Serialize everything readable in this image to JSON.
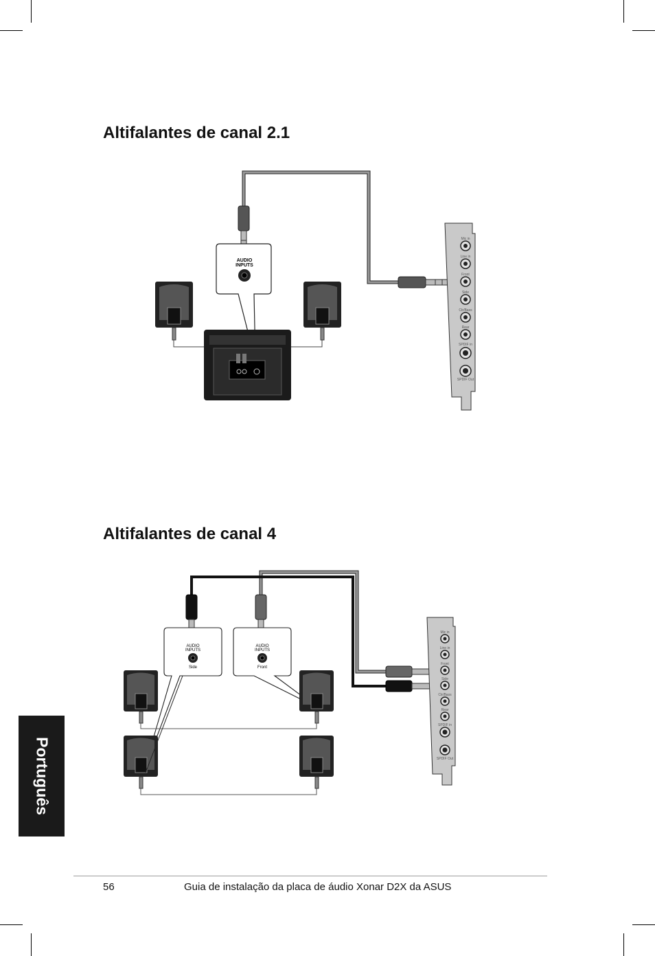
{
  "sections": [
    {
      "title": "Altifalantes de canal 2.1"
    },
    {
      "title": "Altifalantes de canal 4"
    }
  ],
  "diagram_labels": {
    "audio": "AUDIO",
    "inputs": "INPUTS",
    "side": "Side",
    "front": "Front",
    "card_jacks": [
      "Mic in",
      "Line in",
      "Front",
      "Side",
      "Ctr/Bass",
      "Rear",
      "SPDIF in",
      "SPDIF Out"
    ]
  },
  "side_tab": {
    "label": "Português"
  },
  "footer": {
    "page_number": "56",
    "text": "Guia de instalação da placa de áudio Xonar D2X da ASUS"
  }
}
